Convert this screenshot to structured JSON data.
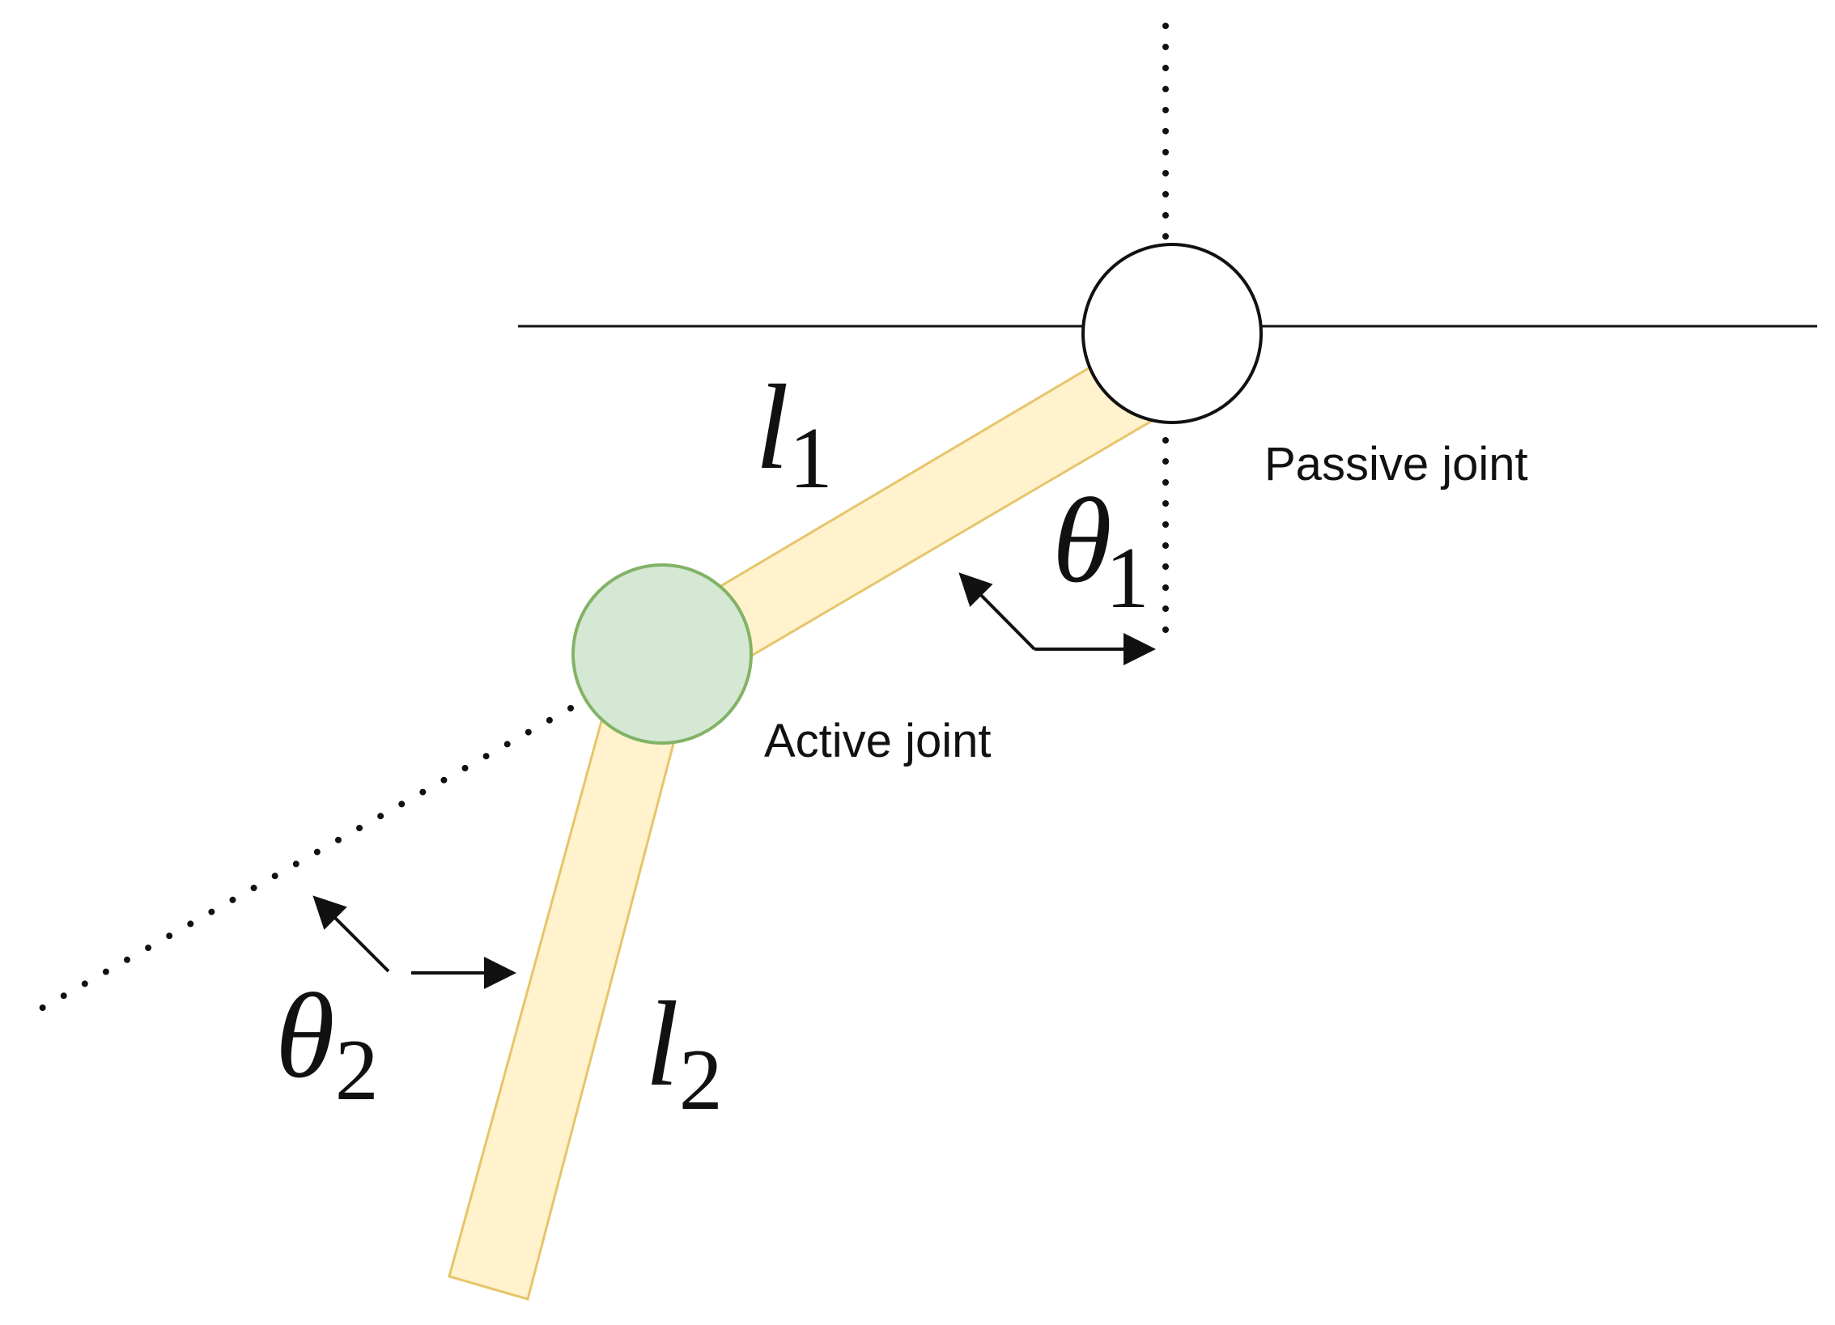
{
  "labels": {
    "passive_joint": "Passive joint",
    "active_joint": "Active joint",
    "link1_symbol": "l",
    "link1_subscript": "1",
    "link2_symbol": "l",
    "link2_subscript": "2",
    "angle1_symbol": "θ",
    "angle1_subscript": "1",
    "angle2_symbol": "θ",
    "angle2_subscript": "2"
  },
  "colors": {
    "link_fill": "#FFF2CC",
    "link_stroke": "#E6C56A",
    "active_joint_fill": "#D5E8D4",
    "active_joint_stroke": "#82B366",
    "passive_joint_fill": "#FFFFFF",
    "passive_joint_stroke": "#111111",
    "line": "#111111"
  }
}
